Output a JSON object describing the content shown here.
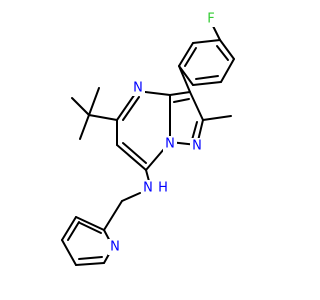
{
  "molecule": {
    "atoms": {
      "fluorine": "F",
      "pyrimidine_nitrogen": "N",
      "bridgehead_nitrogen": "N",
      "pyrazole_nitrogen": "N",
      "amine_nitrogen": "N",
      "amine_hydrogen": "H",
      "pyridine_nitrogen": "N"
    }
  },
  "colors": {
    "bond": "#000000",
    "nitrogen": "#0000ff",
    "fluorine": "#33cc33",
    "background": "#ffffff"
  }
}
